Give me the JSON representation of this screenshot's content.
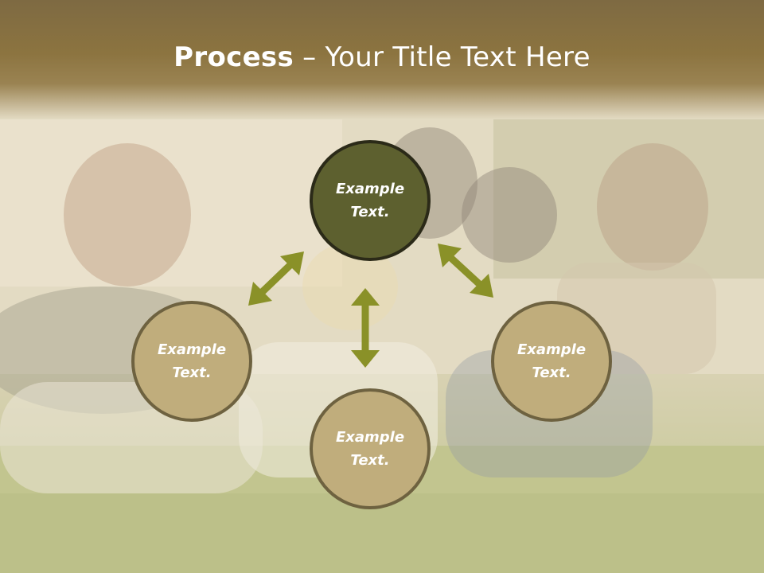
{
  "slide": {
    "title_bold": "Process",
    "title_dash": " – ",
    "title_rest": "Your Title Text Here"
  },
  "nodes": [
    {
      "id": "top",
      "text": "Example\nText."
    },
    {
      "id": "left",
      "text": "Example\nText."
    },
    {
      "id": "right",
      "text": "Example\nText."
    },
    {
      "id": "bottom",
      "text": "Example\nText."
    }
  ],
  "colors": {
    "title_bar": "#8c7440",
    "center_circle": "#5d602f",
    "outer_circle": "#c0ad7c",
    "arrow": "#8a9128"
  }
}
